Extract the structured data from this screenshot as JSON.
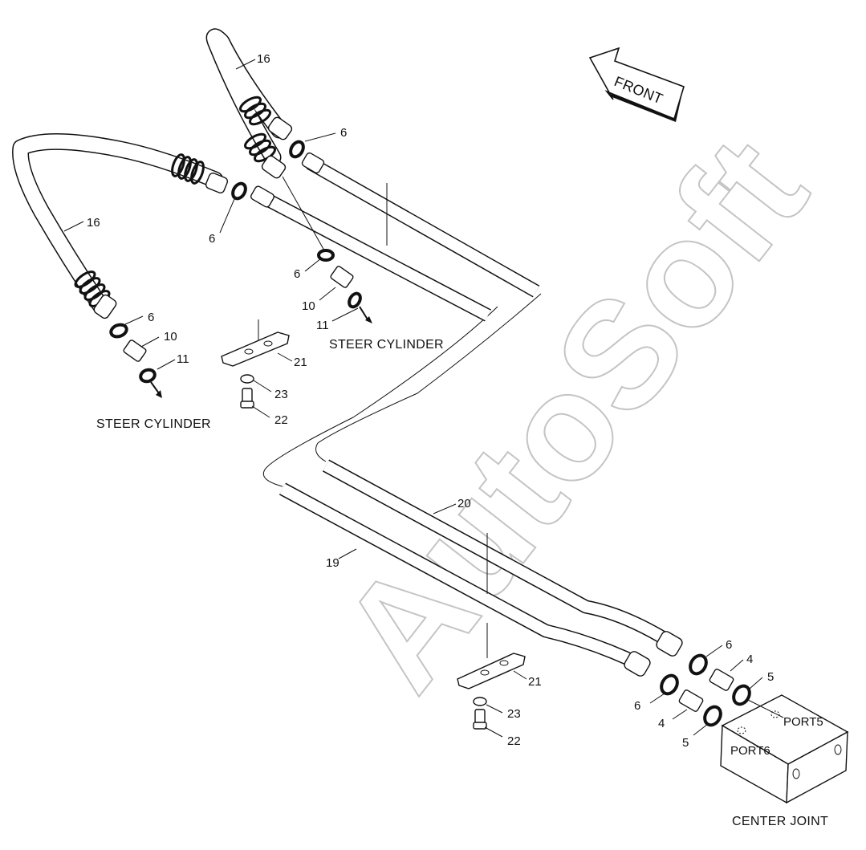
{
  "direction_label": "FRONT",
  "watermark": "AutoSoft",
  "callouts": {
    "hose_upper": "16",
    "hose_left": "16",
    "oring_top": "6",
    "oring_mid": "6",
    "oring_lower": "6",
    "oring_left": "6",
    "adapter_right": "10",
    "oring11_right": "11",
    "adapter_left": "10",
    "oring11_left": "11",
    "bracket_upper": "21",
    "washer_upper": "23",
    "bolt_upper": "22",
    "pipe_20": "20",
    "pipe_19": "19",
    "bracket_lower": "21",
    "washer_lower": "23",
    "bolt_lower": "22",
    "oring_cj_upper": "6",
    "adapter_cj_upper": "4",
    "oring5_upper": "5",
    "oring_cj_lower": "6",
    "adapter_cj_lower": "4",
    "oring5_lower": "5"
  },
  "captions": {
    "steer_cylinder_right": "STEER CYLINDER",
    "steer_cylinder_left": "STEER CYLINDER",
    "center_joint": "CENTER JOINT",
    "port5": "PORT5",
    "port6": "PORT6"
  }
}
